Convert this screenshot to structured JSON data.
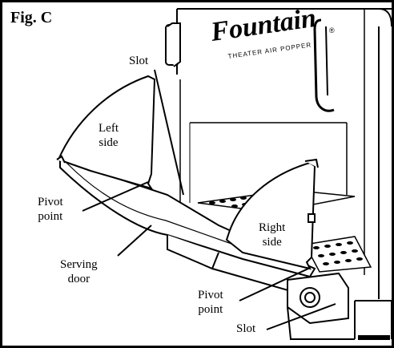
{
  "figure": {
    "title": "Fig. C",
    "brand_name": "Fountain",
    "brand_subtitle": "THEATER AIR POPPER",
    "brand_mark": "®"
  },
  "labels": {
    "slot_top": "Slot",
    "left_side": "Left\nside",
    "pivot_left": "Pivot\npoint",
    "serving_door": "Serving\ndoor",
    "right_side": "Right\nside",
    "pivot_right": "Pivot\npoint",
    "slot_bottom": "Slot"
  }
}
